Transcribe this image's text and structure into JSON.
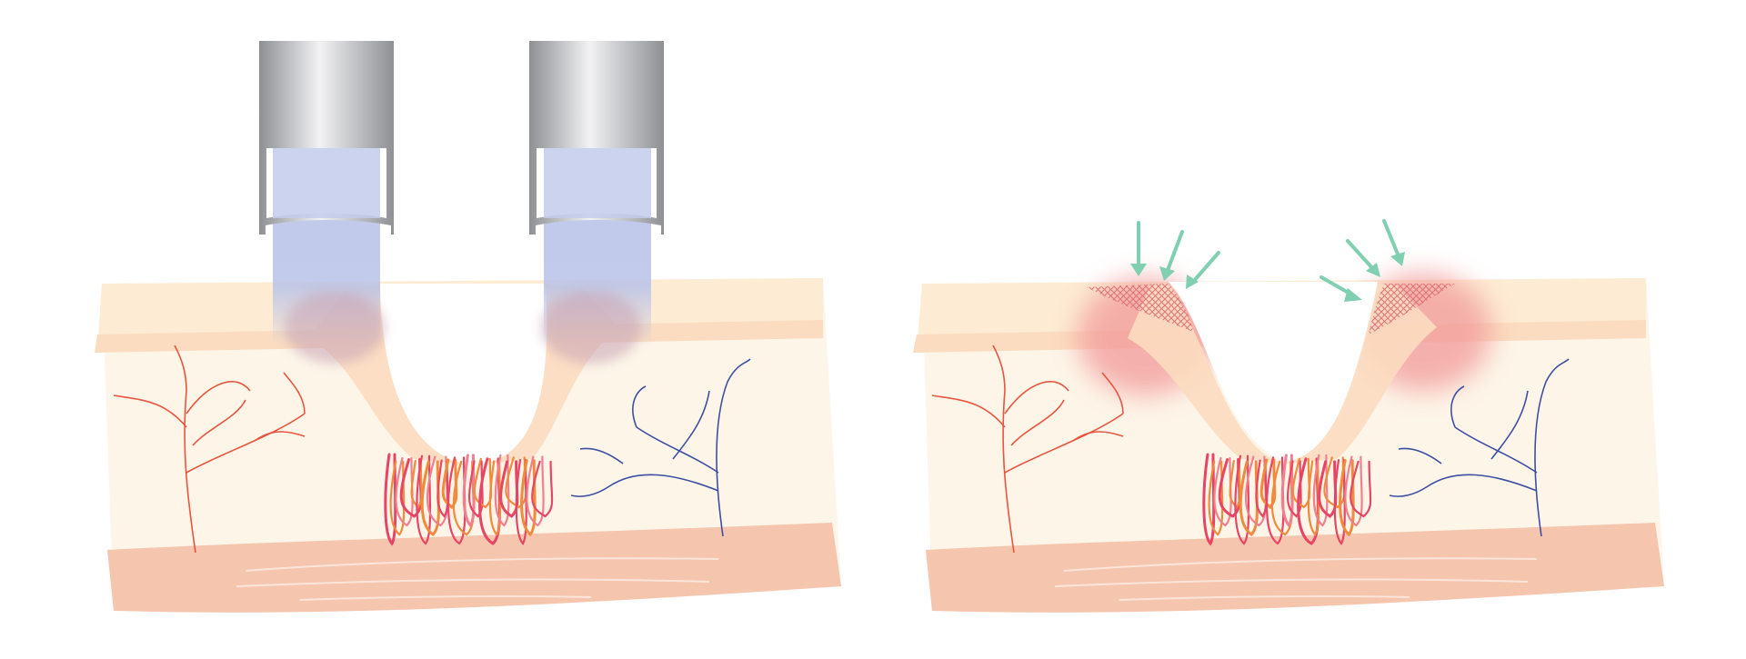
{
  "colors": {
    "background": "#ffffff",
    "dermis": "#fdf5e8",
    "epidermis_top": "#fdebd3",
    "epidermis_band": "#fbdcc0",
    "muscle": "#f5c5ae",
    "muscle_lines": "#fbe5da",
    "artery": "#e8553f",
    "vein": "#3d4fa3",
    "fiber_red": "#e64565",
    "fiber_orange": "#f08a3c",
    "fiber_pink": "#f07f8f",
    "probe_metal_dark": "#8e9094",
    "probe_metal_light": "#f2f2f3",
    "beam": "#b8c2e8",
    "tightening_zone": "#f29a9a",
    "arrow": "#7fcfb0"
  },
  "panels": [
    {
      "id": "before",
      "description_icon": "skin-with-suction-probes"
    },
    {
      "id": "after",
      "description_icon": "skin-with-tightening-arrows"
    }
  ]
}
